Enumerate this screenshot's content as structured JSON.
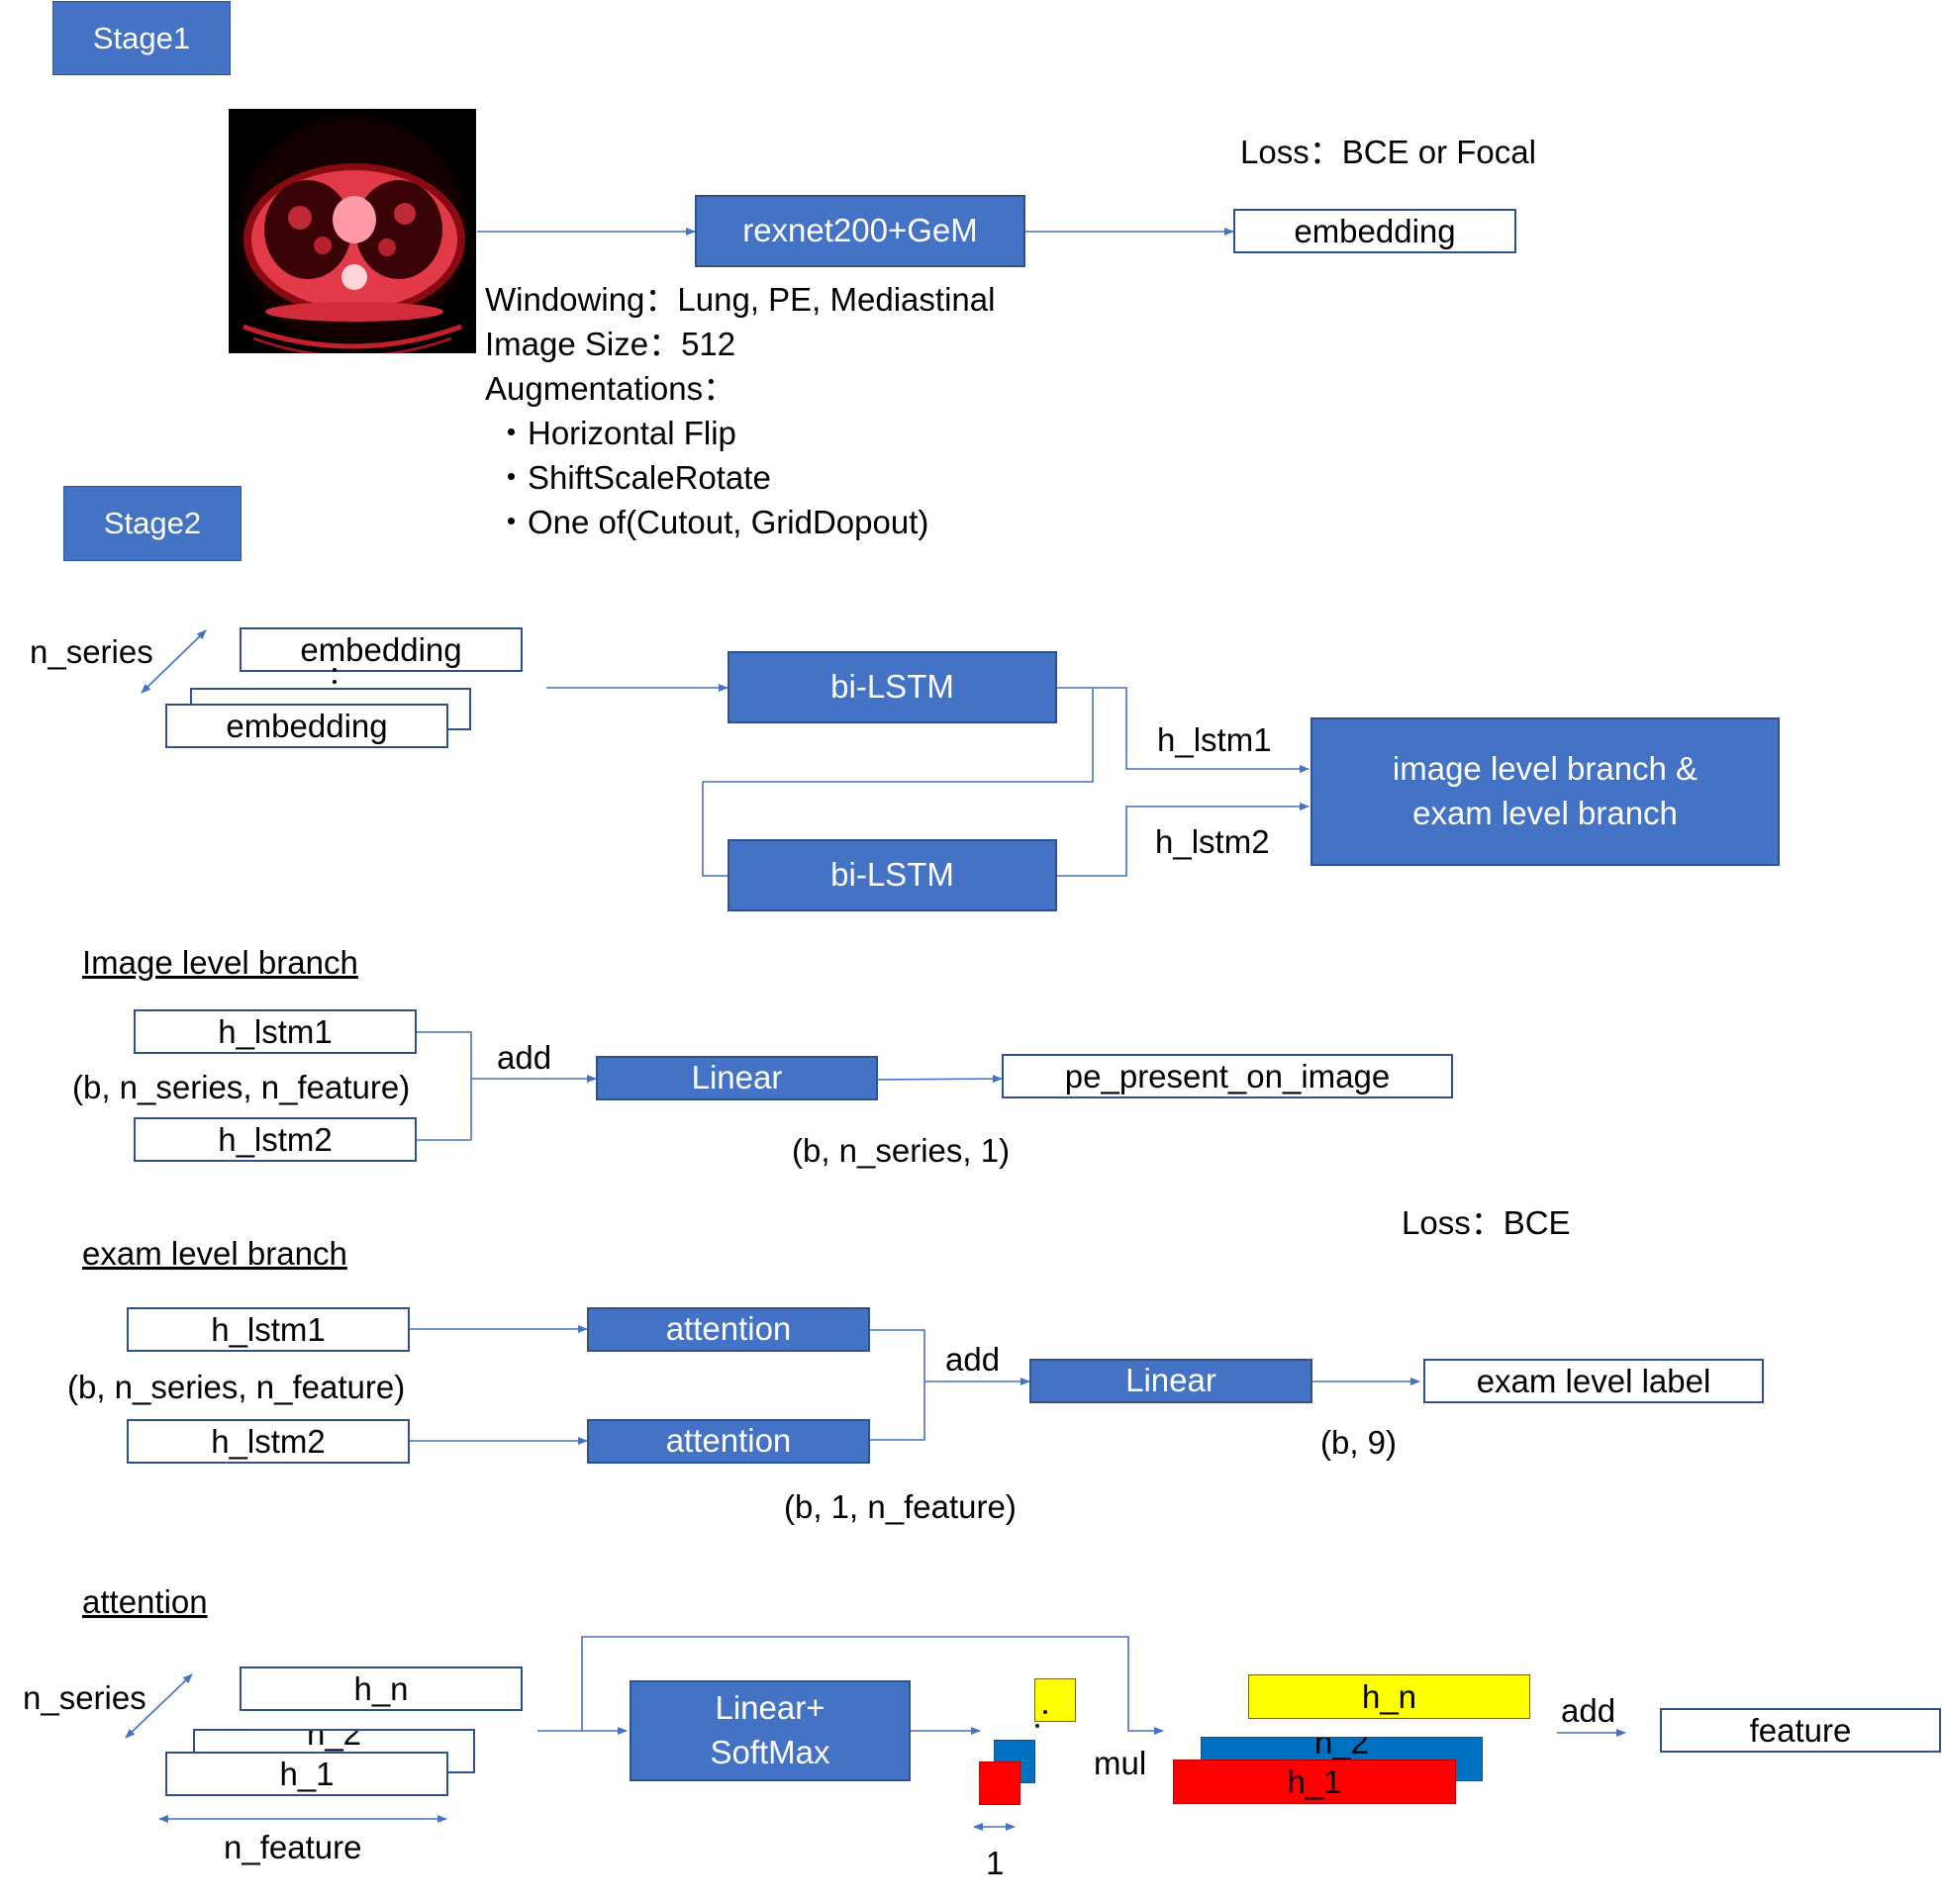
{
  "stage1": {
    "label": "Stage1",
    "model": "rexnet200+GeM",
    "output": "embedding",
    "loss": "Loss：BCE or Focal",
    "settings": [
      "Windowing：Lung, PE, Mediastinal",
      "Image Size：512",
      "Augmentations：",
      "・Horizontal Flip",
      "・ShiftScaleRotate",
      "・One of(Cutout, GridDopout)"
    ]
  },
  "stage2": {
    "label": "Stage2",
    "n_series": "n_series",
    "embedding_front": "embedding",
    "embedding_back": "embedding",
    "bilstm1": "bi-LSTM",
    "bilstm2": "bi-LSTM",
    "h_lstm1": "h_lstm1",
    "h_lstm2": "h_lstm2",
    "branch_line1": "image level branch &",
    "branch_line2": "exam level branch"
  },
  "image_branch": {
    "title": "Image level branch",
    "h_lstm1": "h_lstm1",
    "h_lstm2": "h_lstm2",
    "shape": "(b, n_series, n_feature)",
    "add": "add",
    "linear": "Linear",
    "output": "pe_present_on_image",
    "out_shape": "(b, n_series, 1)",
    "loss": "Loss：BCE"
  },
  "exam_branch": {
    "title": "exam level branch",
    "h_lstm1": "h_lstm1",
    "h_lstm2": "h_lstm2",
    "shape": "(b, n_series, n_feature)",
    "attention1": "attention",
    "attention2": "attention",
    "att_shape": "(b, 1, n_feature)",
    "add": "add",
    "linear": "Linear",
    "output": "exam level label",
    "out_shape": "(b, 9)"
  },
  "attention": {
    "title": "attention",
    "n_series": "n_series",
    "h_n": "h_n",
    "h_2": "h_2",
    "h_1": "h_1",
    "n_feature": "n_feature",
    "linear_line1": "Linear+",
    "linear_line2": "SoftMax",
    "one": "1",
    "mul": "mul",
    "h_n_weighted": "h_n",
    "h_2_weighted": "h_2",
    "h_1_weighted": "h_1",
    "add": "add",
    "feature": "feature"
  }
}
